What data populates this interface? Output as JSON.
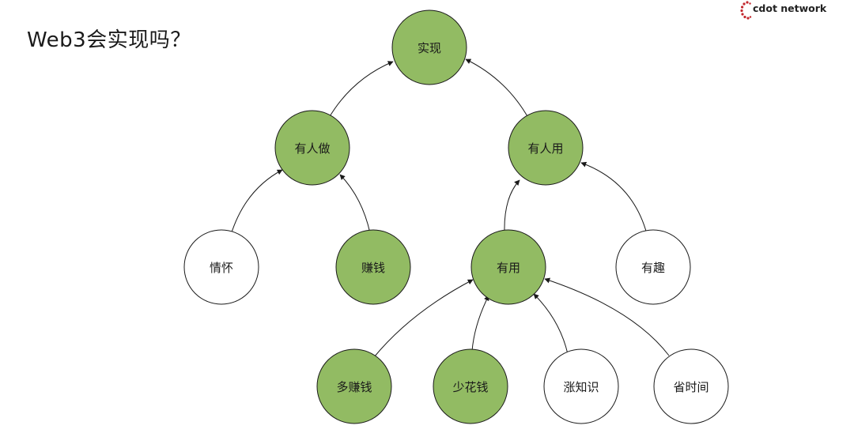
{
  "title": "Web3会实现吗？",
  "logo": {
    "text": "cdot network",
    "accent_color": "#c2272d"
  },
  "colors": {
    "filled_node": "#92bb63",
    "empty_node": "#ffffff",
    "stroke": "#1a1a1a"
  },
  "nodes": [
    {
      "id": "realize",
      "label": "实现",
      "filled": true
    },
    {
      "id": "someone-builds",
      "label": "有人做",
      "filled": true
    },
    {
      "id": "someone-uses",
      "label": "有人用",
      "filled": true
    },
    {
      "id": "sentiment",
      "label": "情怀",
      "filled": false
    },
    {
      "id": "make-money",
      "label": "赚钱",
      "filled": true
    },
    {
      "id": "useful",
      "label": "有用",
      "filled": true
    },
    {
      "id": "fun",
      "label": "有趣",
      "filled": false
    },
    {
      "id": "earn-more",
      "label": "多赚钱",
      "filled": true
    },
    {
      "id": "spend-less",
      "label": "少花钱",
      "filled": true
    },
    {
      "id": "gain-knowledge",
      "label": "涨知识",
      "filled": false
    },
    {
      "id": "save-time",
      "label": "省时间",
      "filled": false
    }
  ],
  "edges": [
    {
      "from": "someone-builds",
      "to": "realize"
    },
    {
      "from": "someone-uses",
      "to": "realize"
    },
    {
      "from": "sentiment",
      "to": "someone-builds"
    },
    {
      "from": "make-money",
      "to": "someone-builds"
    },
    {
      "from": "useful",
      "to": "someone-uses"
    },
    {
      "from": "fun",
      "to": "someone-uses"
    },
    {
      "from": "earn-more",
      "to": "useful"
    },
    {
      "from": "spend-less",
      "to": "useful"
    },
    {
      "from": "gain-knowledge",
      "to": "useful"
    },
    {
      "from": "save-time",
      "to": "useful"
    }
  ]
}
